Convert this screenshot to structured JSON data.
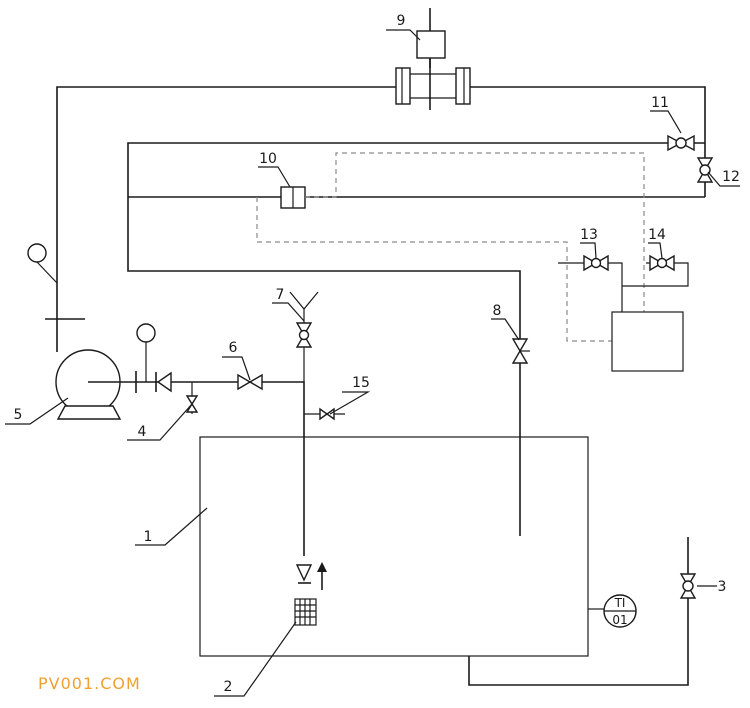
{
  "diagram": {
    "labels": {
      "tank": "1",
      "strainer": "2",
      "valve_3": "3",
      "valve_4": "4",
      "pump": "5",
      "valve_6": "6",
      "valve_7": "7",
      "valve_8": "8",
      "flowmeter": "9",
      "device_10": "10",
      "valve_11": "11",
      "valve_12": "12",
      "valve_13": "13",
      "valve_14": "14",
      "valve_15": "15"
    },
    "instrument": {
      "top": "TI",
      "bottom": "01"
    },
    "watermark": "PV001.COM",
    "colors": {
      "line": "#1a1a1a",
      "signal_dashed": "#8a8a8a",
      "watermark": "#f0a030"
    }
  }
}
